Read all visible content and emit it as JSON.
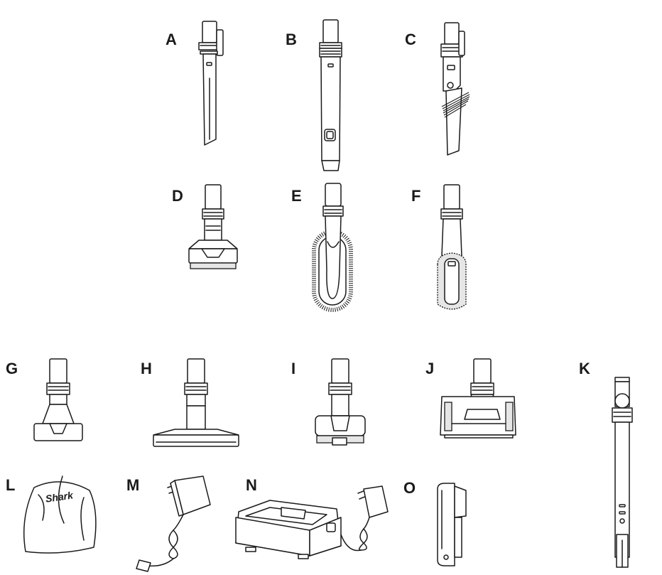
{
  "items": [
    {
      "key": "A",
      "label": "A"
    },
    {
      "key": "B",
      "label": "B"
    },
    {
      "key": "C",
      "label": "C"
    },
    {
      "key": "D",
      "label": "D"
    },
    {
      "key": "E",
      "label": "E"
    },
    {
      "key": "F",
      "label": "F"
    },
    {
      "key": "G",
      "label": "G"
    },
    {
      "key": "H",
      "label": "H"
    },
    {
      "key": "I",
      "label": "I"
    },
    {
      "key": "J",
      "label": "J"
    },
    {
      "key": "K",
      "label": "K"
    },
    {
      "key": "L",
      "label": "L"
    },
    {
      "key": "M",
      "label": "M"
    },
    {
      "key": "N",
      "label": "N"
    },
    {
      "key": "O",
      "label": "O"
    }
  ],
  "bag_logo": "Shark"
}
